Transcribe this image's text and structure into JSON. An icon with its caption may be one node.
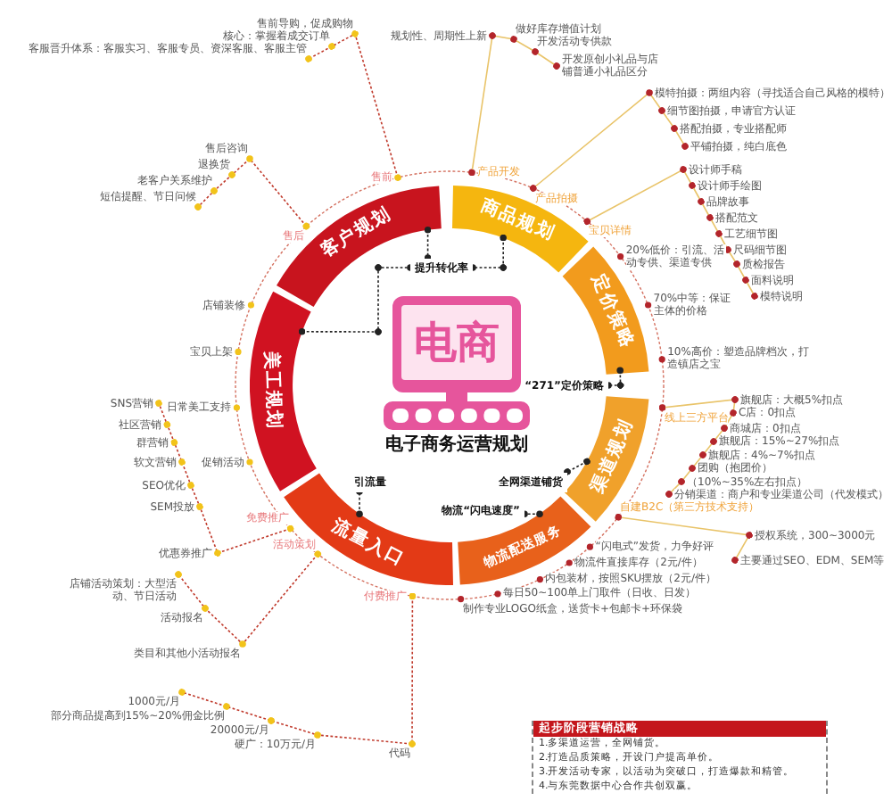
{
  "diagram": {
    "nodes": [
      {
        "text": [
          "电商",
          "电子商务运营规划"
        ]
      },
      {
        "text": [
          "客户规划"
        ]
      },
      {
        "text": [
          "商品规划"
        ]
      },
      {
        "text": [
          "定价策略"
        ]
      },
      {
        "text": [
          "渠道规划"
        ]
      },
      {
        "text": [
          "物流配送服务"
        ]
      },
      {
        "text": [
          "流量入口"
        ]
      },
      {
        "text": [
          "美工规划"
        ]
      },
      {
        "text": [
          "提升转化率"
        ]
      },
      {
        "text": [
          "“271”定价策略"
        ]
      },
      {
        "text": [
          "全网渠道铺货"
        ]
      },
      {
        "text": [
          "物流“闪电速度”"
        ]
      },
      {
        "text": [
          "引流量"
        ]
      },
      {
        "text": [
          "售前"
        ]
      },
      {
        "text": [
          "售后"
        ]
      },
      {
        "text": [
          "产品开发"
        ]
      },
      {
        "text": [
          "产品拍摄"
        ]
      },
      {
        "text": [
          "宝贝详情"
        ]
      },
      {
        "text": [
          "线上三方平台"
        ]
      },
      {
        "text": [
          "自建B2C（第三方技术支持）"
        ]
      },
      {
        "text": [
          "免费推广"
        ]
      },
      {
        "text": [
          "活动策划"
        ]
      },
      {
        "text": [
          "付费推广"
        ]
      },
      {
        "text": [
          "售前导购，促成购物"
        ]
      },
      {
        "text": [
          "核心：掌握着成交订单"
        ]
      },
      {
        "text": [
          "客服晋升体系：客服实习、客服专员、资深客服、客服主管"
        ]
      },
      {
        "text": [
          "售后咨询"
        ]
      },
      {
        "text": [
          "退换货"
        ]
      },
      {
        "text": [
          "老客户关系维护"
        ]
      },
      {
        "text": [
          "短信提醒、节日问候"
        ]
      },
      {
        "text": [
          "规划性、周期性上新"
        ]
      },
      {
        "text": [
          "做好库存增值计划"
        ]
      },
      {
        "text": [
          "开发活动专供款"
        ]
      },
      {
        "text": [
          "开发原创小礼品与店铺普通小礼品区分"
        ]
      },
      {
        "text": [
          "模特拍摄：两组内容（寻找适合自己风格的模特）"
        ]
      },
      {
        "text": [
          "细节图拍摄，申请官方认证"
        ]
      },
      {
        "text": [
          "搭配拍摄，专业搭配师"
        ]
      },
      {
        "text": [
          "平铺拍摄，纯白底色"
        ]
      },
      {
        "text": [
          "设计师手稿"
        ]
      },
      {
        "text": [
          "设计师手绘图"
        ]
      },
      {
        "text": [
          "品牌故事"
        ]
      },
      {
        "text": [
          "搭配范文"
        ]
      },
      {
        "text": [
          "工艺细节图"
        ]
      },
      {
        "text": [
          "尺码细节图"
        ]
      },
      {
        "text": [
          "质检报告"
        ]
      },
      {
        "text": [
          "面料说明"
        ]
      },
      {
        "text": [
          "模特说明"
        ]
      },
      {
        "text": [
          "20%低价：引流、活动专供、渠道专供"
        ]
      },
      {
        "text": [
          "70%中等：保证主体的价格"
        ]
      },
      {
        "text": [
          "10%高价：塑造品牌档次，打造镇店之宝"
        ]
      },
      {
        "text": [
          "旗舰店：大概5%扣点"
        ]
      },
      {
        "text": [
          "C店：0扣点"
        ]
      },
      {
        "text": [
          "商城店：0扣点"
        ]
      },
      {
        "text": [
          "旗舰店：15%~27%扣点"
        ]
      },
      {
        "text": [
          "旗舰店：4%~7%扣点"
        ]
      },
      {
        "text": [
          "团购（抱团价）"
        ]
      },
      {
        "text": [
          "（10%~35%左右扣点）"
        ]
      },
      {
        "text": [
          "分销渠道：商户和专业渠道公司（代发模式）"
        ]
      },
      {
        "text": [
          "授权系统，300~3000元"
        ]
      },
      {
        "text": [
          "主要通过SEO、EDM、SEM等"
        ]
      },
      {
        "text": [
          "“闪电式”发货，力争好评"
        ]
      },
      {
        "text": [
          "物流件直接库存（2元/件）"
        ]
      },
      {
        "text": [
          "内包装材，按照SKU摆放（2元/件）"
        ]
      },
      {
        "text": [
          "每日50~100单上门取件（日收、日发）"
        ]
      },
      {
        "text": [
          "制作专业LOGO纸盒，送货卡+包邮卡+环保袋"
        ]
      },
      {
        "text": [
          "店铺装修"
        ]
      },
      {
        "text": [
          "宝贝上架"
        ]
      },
      {
        "text": [
          "日常美工支持"
        ]
      },
      {
        "text": [
          "促销活动"
        ]
      },
      {
        "text": [
          "SNS营销"
        ]
      },
      {
        "text": [
          "社区营销"
        ]
      },
      {
        "text": [
          "群营销"
        ]
      },
      {
        "text": [
          "软文营销"
        ]
      },
      {
        "text": [
          "SEO优化"
        ]
      },
      {
        "text": [
          "SEM投放"
        ]
      },
      {
        "text": [
          "优惠券推广"
        ]
      },
      {
        "text": [
          "店铺活动策划：大型活动、节日活动"
        ]
      },
      {
        "text": [
          "活动报名"
        ]
      },
      {
        "text": [
          "类目和其他小活动报名"
        ]
      },
      {
        "text": [
          "1000元/月"
        ]
      },
      {
        "text": [
          "部分商品提高到15%~20%佣金比例"
        ]
      },
      {
        "text": [
          "20000元/月"
        ]
      },
      {
        "text": [
          "硬广：10万元/月"
        ]
      },
      {
        "text": [
          "代码"
        ]
      },
      {
        "text": [
          "起步阶段营销战略",
          "1.多渠道运营，全网铺货。",
          "2.打造品质策略，开设门户提高单价。",
          "3.开发活动专家，以活动为突破口，打造爆款和精管。",
          "4.与东莞数据中心合作共创双赢。"
        ]
      }
    ],
    "edges": [
      {
        "from": 1,
        "to": 8,
        "arrow": "other",
        "style": "dashed",
        "color": "#222222"
      },
      {
        "from": 2,
        "to": 8,
        "arrow": "other",
        "style": "dashed",
        "color": "#222222"
      },
      {
        "from": 7,
        "to": 8,
        "arrow": "other",
        "style": "dashed",
        "color": "#222222"
      },
      {
        "from": 3,
        "to": 9,
        "arrow": "other",
        "style": "dashed",
        "color": "#222222"
      },
      {
        "from": 4,
        "to": 10,
        "arrow": "other",
        "style": "dashed",
        "color": "#222222"
      },
      {
        "from": 5,
        "to": 11,
        "arrow": "other",
        "style": "dashed",
        "color": "#222222"
      },
      {
        "from": 6,
        "to": 12,
        "arrow": "other",
        "style": "dashed",
        "color": "#222222"
      },
      {
        "from": 13,
        "to": 23,
        "arrow": "other",
        "style": "dashed",
        "color": "#c0392b"
      },
      {
        "from": 13,
        "to": 24,
        "arrow": "other",
        "style": "dashed",
        "color": "#c0392b"
      },
      {
        "from": 13,
        "to": 25,
        "arrow": "other",
        "style": "dashed",
        "color": "#c0392b"
      },
      {
        "from": 14,
        "to": 26,
        "arrow": "other",
        "style": "dashed",
        "color": "#c0392b"
      },
      {
        "from": 14,
        "to": 27,
        "arrow": "other",
        "style": "dashed",
        "color": "#c0392b"
      },
      {
        "from": 14,
        "to": 28,
        "arrow": "other",
        "style": "dashed",
        "color": "#c0392b"
      },
      {
        "from": 14,
        "to": 29,
        "arrow": "other",
        "style": "dashed",
        "color": "#c0392b"
      },
      {
        "from": 15,
        "to": 30,
        "arrow": "other"
      },
      {
        "from": 15,
        "to": 31,
        "arrow": "other"
      },
      {
        "from": 15,
        "to": 32,
        "arrow": "other"
      },
      {
        "from": 15,
        "to": 33,
        "arrow": "other"
      },
      {
        "from": 16,
        "to": 34,
        "arrow": "other"
      },
      {
        "from": 16,
        "to": 35,
        "arrow": "other"
      },
      {
        "from": 16,
        "to": 36,
        "arrow": "other"
      },
      {
        "from": 16,
        "to": 37,
        "arrow": "other"
      },
      {
        "from": 17,
        "to": 38,
        "arrow": "other"
      },
      {
        "from": 17,
        "to": 39,
        "arrow": "other"
      },
      {
        "from": 17,
        "to": 40,
        "arrow": "other"
      },
      {
        "from": 17,
        "to": 41,
        "arrow": "other"
      },
      {
        "from": 17,
        "to": 42,
        "arrow": "other"
      },
      {
        "from": 17,
        "to": 43,
        "arrow": "other"
      },
      {
        "from": 17,
        "to": 44,
        "arrow": "other"
      },
      {
        "from": 17,
        "to": 45,
        "arrow": "other"
      },
      {
        "from": 17,
        "to": 46,
        "arrow": "other"
      },
      {
        "from": 18,
        "to": 50,
        "arrow": "other"
      },
      {
        "from": 18,
        "to": 51,
        "arrow": "other"
      },
      {
        "from": 18,
        "to": 52,
        "arrow": "other"
      },
      {
        "from": 18,
        "to": 53,
        "arrow": "other"
      },
      {
        "from": 18,
        "to": 54,
        "arrow": "other"
      },
      {
        "from": 18,
        "to": 55,
        "arrow": "other"
      },
      {
        "from": 18,
        "to": 56,
        "arrow": "other"
      },
      {
        "from": 18,
        "to": 57,
        "arrow": "other"
      },
      {
        "from": 19,
        "to": 58,
        "arrow": "other"
      },
      {
        "from": 19,
        "to": 59,
        "arrow": "other"
      },
      {
        "from": 20,
        "to": 69,
        "arrow": "other",
        "style": "dashed",
        "color": "#c0392b"
      },
      {
        "from": 20,
        "to": 70,
        "arrow": "other",
        "style": "dashed",
        "color": "#c0392b"
      },
      {
        "from": 20,
        "to": 71,
        "arrow": "other",
        "style": "dashed",
        "color": "#c0392b"
      },
      {
        "from": 20,
        "to": 72,
        "arrow": "other",
        "style": "dashed",
        "color": "#c0392b"
      },
      {
        "from": 20,
        "to": 73,
        "arrow": "other",
        "style": "dashed",
        "color": "#c0392b"
      },
      {
        "from": 20,
        "to": 74,
        "arrow": "other",
        "style": "dashed",
        "color": "#c0392b"
      },
      {
        "from": 20,
        "to": 75,
        "arrow": "other",
        "style": "dashed",
        "color": "#c0392b"
      },
      {
        "from": 21,
        "to": 76,
        "arrow": "other",
        "style": "dashed",
        "color": "#c0392b"
      },
      {
        "from": 21,
        "to": 77,
        "arrow": "other",
        "style": "dashed",
        "color": "#c0392b"
      },
      {
        "from": 21,
        "to": 78,
        "arrow": "other",
        "style": "dashed",
        "color": "#c0392b"
      },
      {
        "from": 22,
        "to": 79,
        "arrow": "other",
        "style": "dashed",
        "color": "#c0392b"
      },
      {
        "from": 22,
        "to": 80,
        "arrow": "other",
        "style": "dashed",
        "color": "#c0392b"
      },
      {
        "from": 22,
        "to": 81,
        "arrow": "other",
        "style": "dashed",
        "color": "#c0392b"
      },
      {
        "from": 22,
        "to": 82,
        "arrow": "other",
        "style": "dashed",
        "color": "#c0392b"
      },
      {
        "from": 22,
        "to": 83,
        "arrow": "other",
        "style": "dashed",
        "color": "#c0392b"
      }
    ]
  }
}
